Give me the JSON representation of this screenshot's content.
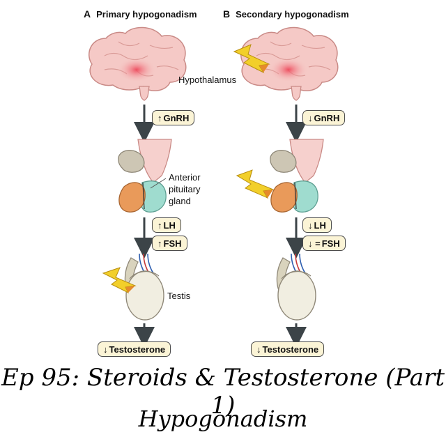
{
  "panels": {
    "a": {
      "letter": "A",
      "title": "Primary hypogonadism",
      "gnrh": {
        "arrow": "↑",
        "label": "GnRH"
      },
      "lh": {
        "arrow": "↑",
        "label": "LH"
      },
      "fsh": {
        "arrow": "↑",
        "label": "FSH"
      },
      "testosterone": {
        "arrow": "↓",
        "label": "Testosterone"
      },
      "labels": {
        "hypothalamus": "Hypothalamus",
        "pituitary_1": "Anterior",
        "pituitary_2": "pituitary",
        "pituitary_3": "gland",
        "testis": "Testis"
      }
    },
    "b": {
      "letter": "B",
      "title": "Secondary hypogonadism",
      "gnrh": {
        "arrow": "↓",
        "label": "GnRH"
      },
      "lh": {
        "arrow": "↓",
        "label": "LH"
      },
      "fsh": {
        "arrow": "↓ =",
        "label": "FSH"
      },
      "testosterone": {
        "arrow": "↓",
        "label": "Testosterone"
      }
    }
  },
  "caption": {
    "line1": "Ep 95: Steroids & Testosterone (Part 1)",
    "line2": "Hypogonadism"
  },
  "colors": {
    "brain": "#f5c9c6",
    "brain_outline": "#c98a86",
    "hypothalamus_glow": "#ee5060",
    "pituitary_stalk": "#f6d0cd",
    "anterior_pituitary": "#9fdccf",
    "posterior_pituitary": "#e99a5a",
    "gland_gray": "#cdc6b4",
    "testis": "#f1eee1",
    "epididymis": "#d9d3bd",
    "lightning": "#f2cf2a",
    "lightning_tip": "#e58a2c",
    "hormone_box": "#fbf4d6",
    "arrow": "#3c4448"
  }
}
